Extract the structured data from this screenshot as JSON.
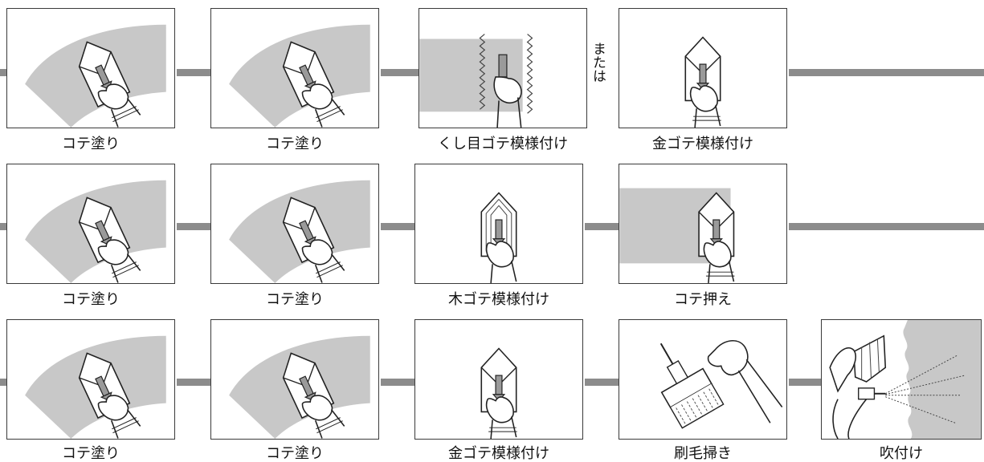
{
  "rows": [
    {
      "steps": [
        {
          "label": "コテ塗り",
          "icon": "trowel-apply-icon"
        },
        {
          "label": "コテ塗り",
          "icon": "trowel-apply-icon"
        },
        {
          "label": "くし目ゴテ模様付け",
          "icon": "comb-trowel-pattern-icon"
        },
        {
          "label": "金ゴテ模様付け",
          "icon": "steel-trowel-pattern-icon"
        }
      ],
      "connector_note": "または"
    },
    {
      "steps": [
        {
          "label": "コテ塗り",
          "icon": "trowel-apply-icon"
        },
        {
          "label": "コテ塗り",
          "icon": "trowel-apply-icon"
        },
        {
          "label": "木ゴテ模様付け",
          "icon": "wood-trowel-pattern-icon"
        },
        {
          "label": "コテ押え",
          "icon": "trowel-press-icon"
        }
      ]
    },
    {
      "steps": [
        {
          "label": "コテ塗り",
          "icon": "trowel-apply-icon"
        },
        {
          "label": "コテ塗り",
          "icon": "trowel-apply-icon"
        },
        {
          "label": "金ゴテ模様付け",
          "icon": "steel-trowel-pattern-icon"
        },
        {
          "label": "刷毛掃き",
          "icon": "brush-sweep-icon"
        },
        {
          "label": "吹付け",
          "icon": "spray-gun-icon"
        }
      ]
    }
  ],
  "colors": {
    "connector": "#8c8c8c",
    "wall_fill": "#c8c8c8",
    "outline": "#222222"
  }
}
